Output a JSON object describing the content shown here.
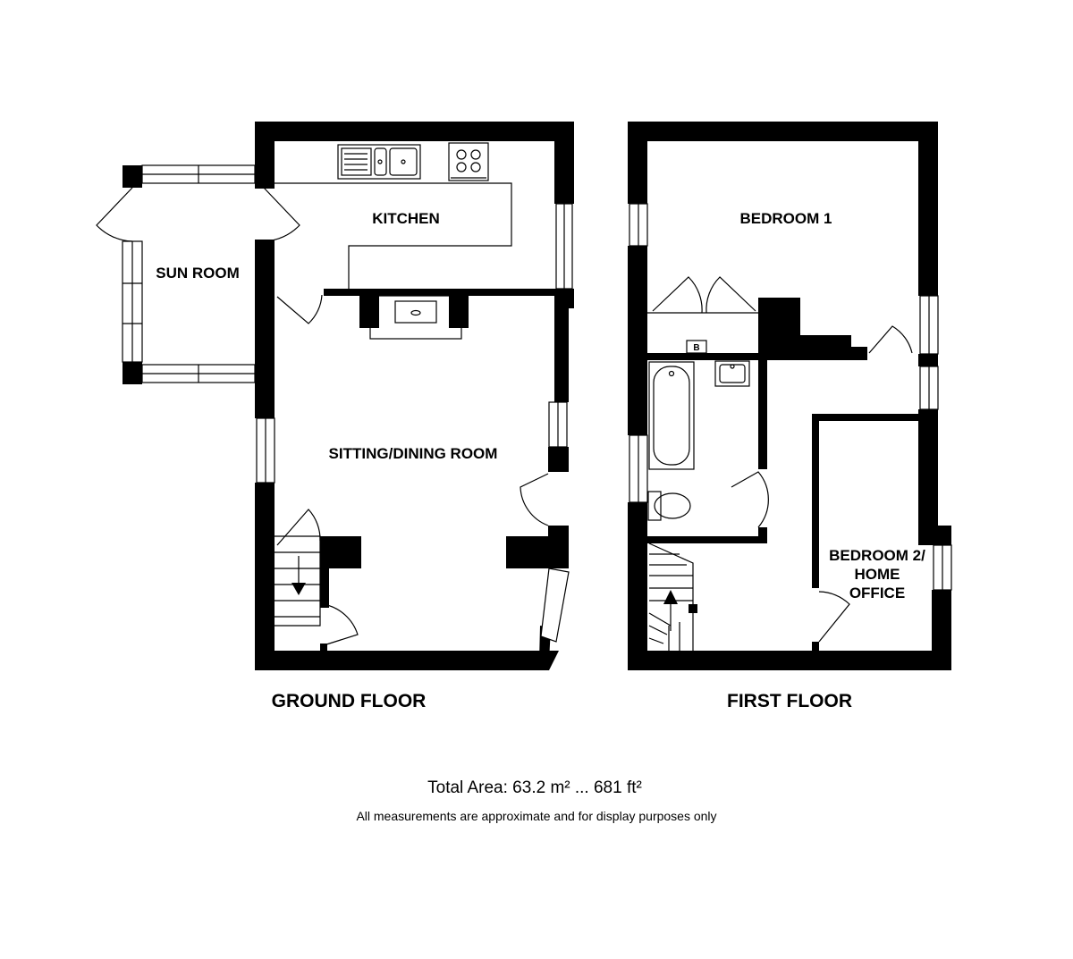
{
  "ground_floor": {
    "label": "GROUND FLOOR",
    "rooms": {
      "kitchen": "KITCHEN",
      "sun_room": "SUN ROOM",
      "sitting_dining": "SITTING/DINING ROOM"
    }
  },
  "first_floor": {
    "label": "FIRST FLOOR",
    "rooms": {
      "bedroom1": "BEDROOM 1",
      "bedroom2_line1": "BEDROOM 2/",
      "bedroom2_line2": "HOME",
      "bedroom2_line3": "OFFICE"
    },
    "boiler_mark": "B"
  },
  "footer": {
    "total_area": "Total Area: 63.2 m² ... 681 ft²",
    "disclaimer": "All measurements are approximate and for display purposes only"
  }
}
